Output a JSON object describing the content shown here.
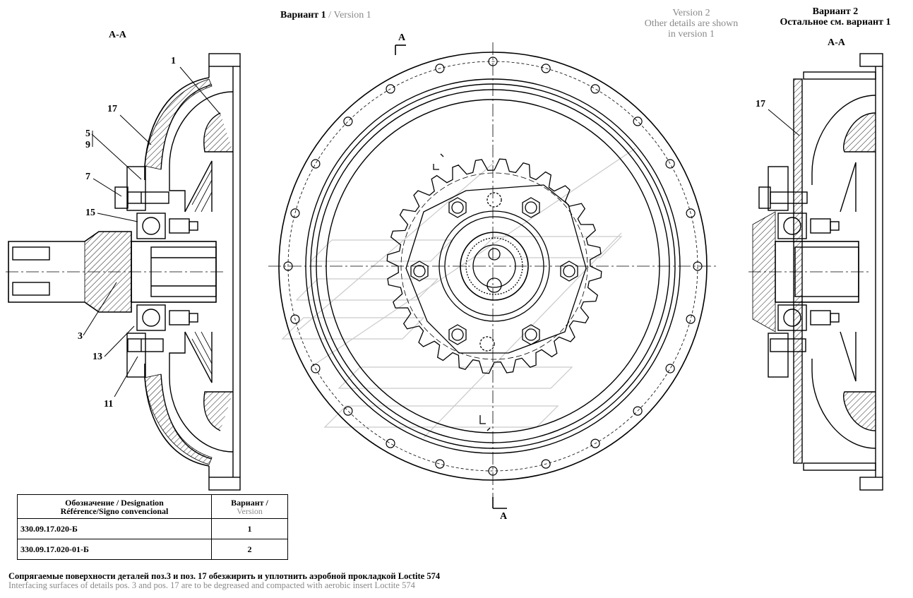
{
  "header": {
    "variant1_ru": "Вариант 1",
    "variant1_sep_en": "/ Version 1",
    "variant2_en_lines": [
      "Version 2",
      "Other details are shown",
      "in version 1"
    ],
    "variant2_ru_lines": [
      "Вариант 2",
      "Остальное см. вариант 1"
    ]
  },
  "section_labels": {
    "left": "A-A",
    "right": "A-A",
    "cut_top": "A",
    "cut_bottom": "A"
  },
  "callouts": {
    "left": [
      "1",
      "17",
      "5",
      "9",
      "7",
      "15",
      "3",
      "13",
      "11"
    ],
    "right": [
      "17"
    ]
  },
  "table": {
    "header_designation_lines": [
      "Обозначение / Designation",
      "Référence/Signo convencional"
    ],
    "header_variant_lines": [
      "Вариант /",
      "Version"
    ],
    "rows": [
      {
        "designation": "330.09.17.020-Б",
        "variant": "1"
      },
      {
        "designation": "330.09.17.020-01-Б",
        "variant": "2"
      }
    ]
  },
  "notes": {
    "ru": "Сопрягаемые поверхности деталей поз.3 и поз. 17 обезжирить и уплотнить аэробной прокладкой Loctite 574",
    "en": "Interfacing surfaces of details pos. 3 and pos. 17 are to be degreased and compacted with aerobic insert Loctite 574"
  },
  "colors": {
    "line": "#000000",
    "secondary_text": "#8a8a8a",
    "watermark": "#d8d8d8"
  }
}
